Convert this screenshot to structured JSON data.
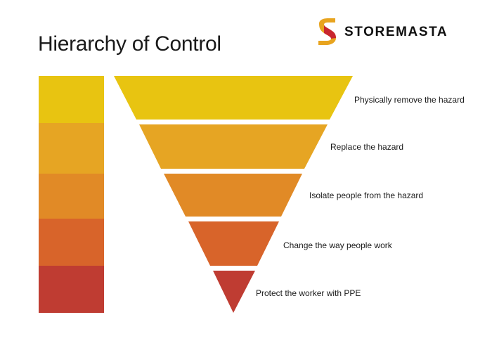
{
  "title": "Hierarchy of Control",
  "logo": {
    "text": "STOREMASTA"
  },
  "levels": [
    {
      "label": "Physically remove the hazard",
      "color": "#e8c411"
    },
    {
      "label": "Replace the hazard",
      "color": "#e6a523"
    },
    {
      "label": "Isolate people from the hazard",
      "color": "#e18a26"
    },
    {
      "label": "Change the way people work",
      "color": "#d8642a"
    },
    {
      "label": "Protect the worker with PPE",
      "color": "#bf3c32"
    }
  ]
}
